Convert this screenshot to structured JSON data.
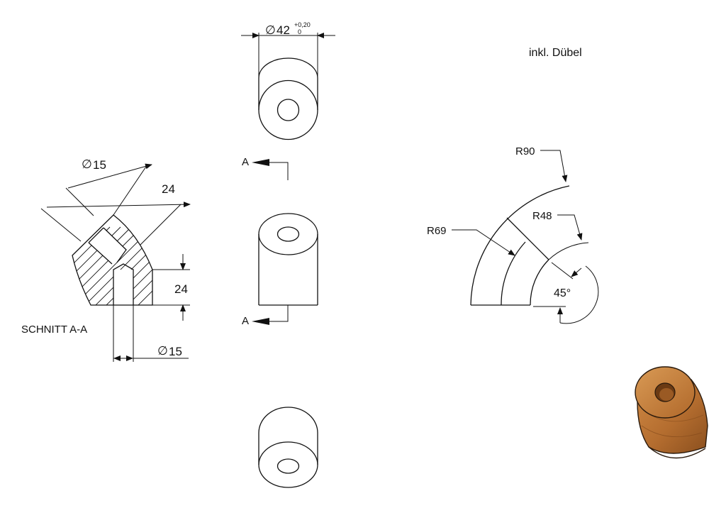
{
  "note": "inkl. Dübel",
  "section": {
    "label": "SCHNITT A-A",
    "dim_diameter_top": "15",
    "dim_length_24_angled": "24",
    "dim_length_24_vertical": "24",
    "dim_diameter_bottom": "15"
  },
  "views": {
    "top_diameter": "42",
    "tolerance_upper": "+0,20",
    "tolerance_lower": "0",
    "section_letter_top": "A",
    "section_letter_bottom": "A"
  },
  "side_view": {
    "r90": "R90",
    "r69": "R69",
    "r48": "R48",
    "angle": "45°"
  },
  "symbols": {
    "diameter": "∅"
  },
  "colors": {
    "wood_light": "#c8823e",
    "wood_dark": "#8a4f1e",
    "outline": "#111111"
  }
}
